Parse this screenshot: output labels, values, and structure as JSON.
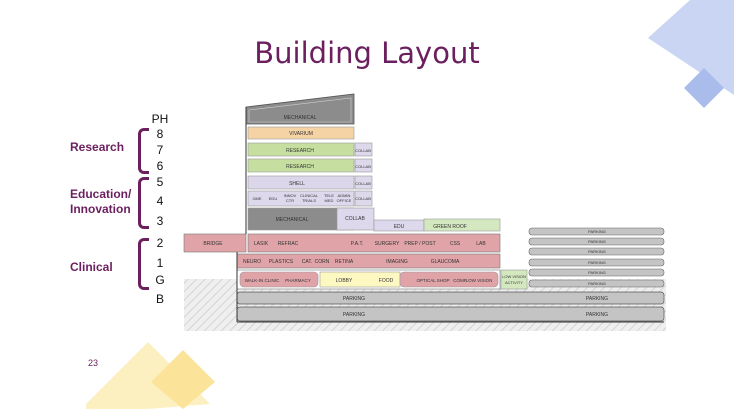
{
  "title": "Building Layout",
  "page_number": "23",
  "groups": [
    {
      "label": "Research"
    },
    {
      "label": "Education/ Innovation"
    },
    {
      "label": "Clinical"
    }
  ],
  "floors": [
    "PH",
    "8",
    "7",
    "6",
    "5",
    "4",
    "3",
    "2",
    "1",
    "G",
    "B"
  ],
  "colors": {
    "title": "#6b1f5e",
    "mechanical": "#8c8c8c",
    "vivarium": "#f6d3a5",
    "research": "#c6dfa0",
    "shell": "#dcd6ea",
    "education": "#ddd8ec",
    "clinical": "#e0a4a8",
    "lobby": "#fdf7c2",
    "green_roof": "#d4e8c0",
    "parking": "#c4c4c4",
    "deco_blue": "#9eb3e8",
    "deco_yellow": "#fbe69a"
  },
  "labels": {
    "mechanical_top": "MECHANICAL",
    "vivarium": "VIVARIUM",
    "research_8": "RESEARCH",
    "research_7": "RESEARCH",
    "collab_8": "COLLAB",
    "collab_7": "COLLAB",
    "shell": "SHELL",
    "collab_6": "COLLAB",
    "gme": "GME",
    "edu": "EDU",
    "innov_1": "INNOV",
    "innov_2": "CTR",
    "clinical_trials_1": "CLINICAL",
    "clinical_trials_2": "TRIALS",
    "telemed_1": "TELE",
    "telemed_2": "MED",
    "admin_1": "ADMIN",
    "admin_2": "OFFICE",
    "collab_5": "COLLAB",
    "mechanical_3": "MECHANICAL",
    "collab_3": "COLLAB",
    "edu_3": "EDU",
    "green_roof": "GREEN ROOF",
    "bridge": "BRIDGE",
    "lasik": "LASIK",
    "refrac": "REFRAC",
    "pat": "P.A.T.",
    "surgery": "SURGERY",
    "prep_post": "PREP / POST",
    "css": "CSS",
    "lab": "LAB",
    "neuro": "NEURO",
    "plastics": "PLASTICS",
    "cat": "CAT.",
    "corn": "CORN",
    "retina": "RETINA",
    "imaging": "IMAGING",
    "glaucoma": "GLAUCOMA",
    "walk_in": "WALK-IN CLINIC",
    "pharmacy": "PHARMACY",
    "lobby": "LOBBY",
    "food": "FOOD",
    "optical_shop": "OPTICAL SHOP",
    "comp": "COMP",
    "low_vision": "LOW VISION",
    "low_vision_activity_1": "LOW VISION",
    "low_vision_activity_2": "ACTIVITY",
    "parking": "PARKING"
  }
}
